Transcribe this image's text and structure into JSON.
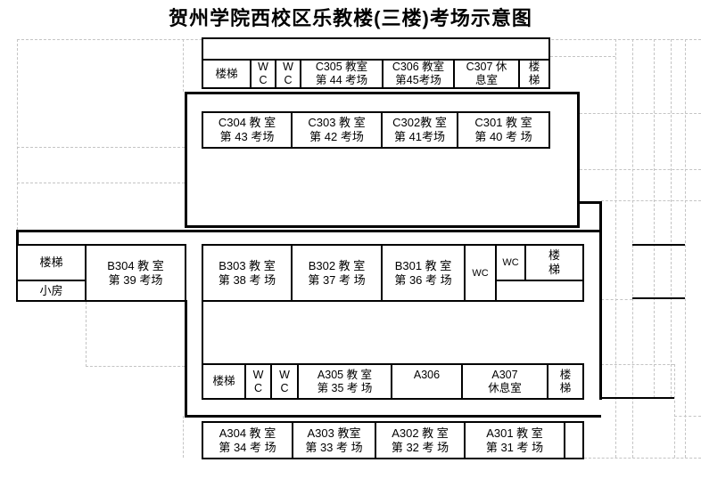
{
  "title": "贺州学院西校区乐教楼(三楼)考场示意图",
  "colors": {
    "line": "#000000",
    "grid_dash": "#c4c4c4",
    "background": "#ffffff",
    "text": "#000000"
  },
  "blocks": {
    "topRow": {
      "cells": [
        {
          "lines": [
            "楼梯"
          ]
        },
        {
          "lines": [
            "W",
            "C"
          ]
        },
        {
          "lines": [
            "W",
            "C"
          ]
        },
        {
          "lines": [
            "C305 教室",
            "第 44 考场"
          ]
        },
        {
          "lines": [
            "C306 教室",
            "第45考场"
          ]
        },
        {
          "lines": [
            "C307 休",
            "息室"
          ]
        },
        {
          "lines": [
            "楼",
            "梯"
          ]
        }
      ]
    },
    "cRow": {
      "cells": [
        {
          "lines": [
            "C304 教 室",
            "第 43 考场"
          ]
        },
        {
          "lines": [
            "C303 教 室",
            "第 42 考场"
          ]
        },
        {
          "lines": [
            "C302教 室",
            "第 41考场"
          ]
        },
        {
          "lines": [
            "C301 教 室",
            "第  40 考 场"
          ]
        }
      ]
    },
    "bLeft": {
      "stair": "楼梯",
      "smallRoom": "小房",
      "room": {
        "lines": [
          "B304 教 室",
          "第 39 考场"
        ]
      }
    },
    "bRow": {
      "cells": [
        {
          "lines": [
            "B303 教 室",
            "第 38 考 场"
          ]
        },
        {
          "lines": [
            "B302 教 室",
            "第 37 考 场"
          ]
        },
        {
          "lines": [
            "B301 教 室",
            "第 36 考 场"
          ]
        },
        {
          "lines": [
            "WC"
          ]
        },
        {
          "lines": [
            "WC"
          ]
        },
        {
          "lines": [
            "楼",
            "梯"
          ]
        }
      ]
    },
    "lowRow": {
      "cells": [
        {
          "lines": [
            "楼梯"
          ]
        },
        {
          "lines": [
            "W",
            "C"
          ]
        },
        {
          "lines": [
            "W",
            "C"
          ]
        },
        {
          "lines": [
            "A305 教 室",
            "第 35 考 场"
          ]
        },
        {
          "lines": [
            "A306",
            " "
          ]
        },
        {
          "lines": [
            "A307",
            "休息室"
          ]
        },
        {
          "lines": [
            "楼",
            "梯"
          ]
        }
      ]
    },
    "aRow": {
      "cells": [
        {
          "lines": [
            "A304 教 室",
            "第 34 考 场"
          ]
        },
        {
          "lines": [
            "A303 教室",
            "第 33 考 场"
          ]
        },
        {
          "lines": [
            "A302 教 室",
            "第 32 考 场"
          ]
        },
        {
          "lines": [
            "A301 教 室",
            "第 31 考 场"
          ]
        },
        {
          "lines": [
            " "
          ]
        }
      ]
    }
  }
}
